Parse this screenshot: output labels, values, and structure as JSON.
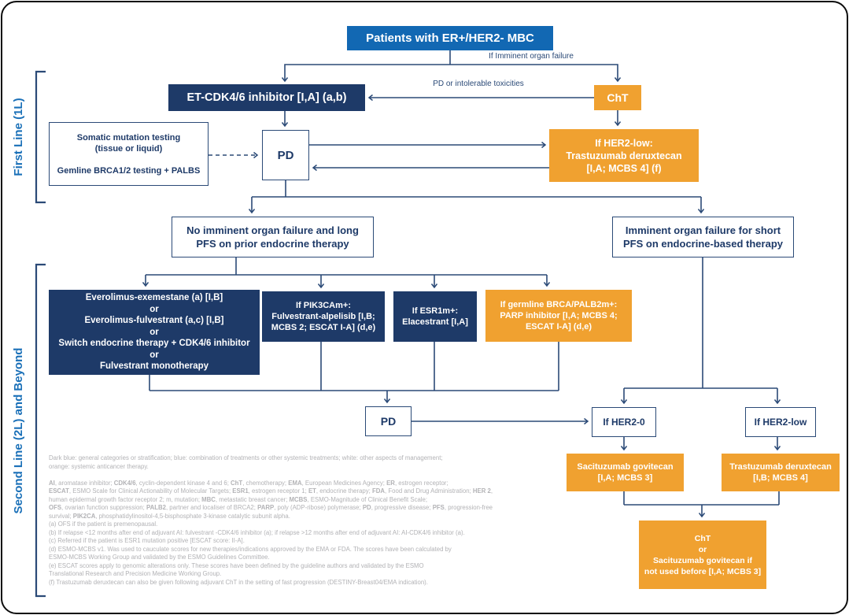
{
  "colors": {
    "blue": "#1268b3",
    "navy": "#1e3a68",
    "orange": "#f0a130",
    "line": "#2b4a77",
    "labelblue": "#1a70b8",
    "gray": "#b2b2b5"
  },
  "side_labels": {
    "first_line": "First Line (1L)",
    "second_line": "Second Line (2L) and Beyond"
  },
  "edge_labels": {
    "imminent": "If Imminent organ failure",
    "pd_tox": "PD or intolerable toxicities"
  },
  "nodes": {
    "patients": {
      "type": "general-category",
      "lines": [
        "Patients with ER+/HER2- MBC"
      ]
    },
    "etcdk": {
      "type": "systemic-treatment",
      "lines": [
        "ET-CDK4/6 inhibitor [I,A] (a,b)"
      ]
    },
    "cht1": {
      "type": "systemic-anticancer-therapy",
      "lines": [
        "ChT"
      ]
    },
    "somatic": {
      "type": "management",
      "lines": [
        "Somatic mutation testing",
        "(tissue or liquid)",
        "",
        "Gemline BRCA1/2 testing + PALBS"
      ]
    },
    "pd1": {
      "type": "management",
      "lines": [
        "PD"
      ]
    },
    "tdxd1": {
      "type": "systemic-anticancer-therapy",
      "lines": [
        "If HER2-low:",
        "Trastuzumab deruxtecan",
        "[I,A; MCBS 4] (f)"
      ]
    },
    "noimm": {
      "type": "management",
      "lines": [
        "No imminent organ failure and long",
        "PFS on prior endocrine therapy"
      ]
    },
    "imm": {
      "type": "management",
      "lines": [
        "Imminent organ failure for short",
        "PFS on endocrine-based therapy"
      ]
    },
    "evero": {
      "type": "systemic-treatment",
      "lines": [
        "Everolimus-exemestane (a) [I,B]",
        "or",
        "Everolimus-fulvestrant (a,c) [I,B]",
        "or",
        "Switch endocrine therapy + CDK4/6 inhibitor",
        "or",
        "Fulvestrant monotherapy"
      ]
    },
    "pik3ca": {
      "type": "systemic-treatment",
      "lines": [
        "If PIK3CAm+:",
        "Fulvestrant-alpelisib [I,B;",
        "MCBS 2; ESCAT I-A] (d,e)"
      ]
    },
    "esr1": {
      "type": "systemic-treatment",
      "lines": [
        "If ESR1m+:",
        "Elacestrant [I,A]"
      ]
    },
    "parp": {
      "type": "systemic-anticancer-therapy",
      "lines": [
        "If germline BRCA/PALB2m+:",
        "PARP inhibitor [I,A; MCBS 4;",
        "ESCAT I-A] (d,e)"
      ]
    },
    "pd2": {
      "type": "management",
      "lines": [
        "PD"
      ]
    },
    "her20": {
      "type": "management",
      "lines": [
        "If HER2-0"
      ]
    },
    "her2low": {
      "type": "management",
      "lines": [
        "If HER2-low"
      ]
    },
    "saci": {
      "type": "systemic-anticancer-therapy",
      "lines": [
        "Sacituzumab govitecan",
        "[I,A; MCBS 3]"
      ]
    },
    "tdxd2": {
      "type": "systemic-anticancer-therapy",
      "lines": [
        "Trastuzumab deruxtecan",
        "[I,B; MCBS 4]"
      ]
    },
    "cht2": {
      "type": "systemic-anticancer-therapy",
      "lines": [
        "ChT",
        "or",
        "Sacituzumab govitecan if",
        "not used before [I,A; MCBS 3]"
      ]
    }
  },
  "footnotes": [
    "Dark blue: general categories or stratification; blue: combination of treatments or other systemic treatments; white: other aspects of management;",
    "orange: systemic anticancer therapy.",
    "",
    "**AI**, aromatase inhibitor; **CDK4/6**, cyclin-dependent kinase 4 and 6; **ChT**, chemotherapy; **EMA**, European Medicines Agency; **ER**, estrogen receptor;",
    "**ESCAT**, ESMO Scale for Clinical Actionability of Molecular Targets; **ESR1**, estrogen receptor 1; **ET**, endocrine therapy; **FDA**, Food and Drug Administration; **HER 2**,",
    "human epidermal growth factor receptor 2; m, mutation; **MBC**, metastatic breast cancer; **MCBS**, ESMO-Magnitude of Clinical Benefit Scale;",
    "**OFS**, ovarian function suppression; **PALB2**, partner and localiser of BRCA2; **PARP**, poly (ADP-ribose) polymerase; **PD**, progressive disease;  **PFS**, progression-free",
    "survival; **PIK2CA**, phosphatidylinositol-4,5-bisphosphate 3-kinase catalytic subunit alpha.",
    "(a) OFS if the patient is premenopausal.",
    "(b) If relapse <12 months after end of adjuvant AI: fulvestrant -CDK4/6 inhibitor (a); if relapse >12 months after end of adjuvant AI: AI-CDK4/6 inhibitor (a).",
    "(c) Referred if the patient is ESR1 mutation positive [ESCAT score: II-A].",
    "(d) ESMO-MCBS v1. Was used to cauculate scores for new therapies/indications approved by the EMA or FDA. The scores have been calculated by",
    "ESMO-MCBS Working Group and validated by the ESMO Guidelines Committee.",
    "(e) ESCAT scores apply to genomic alterations only. These scores have been defined by the guideline authors and validated by the ESMO",
    "Translational Research and Precision Medicine Working Group.",
    "(f) Trastuzumab deruxtecan can also be given following adjuvant ChT in the setting of fast progression (DESTINY-Breast04/EMA indication)."
  ]
}
